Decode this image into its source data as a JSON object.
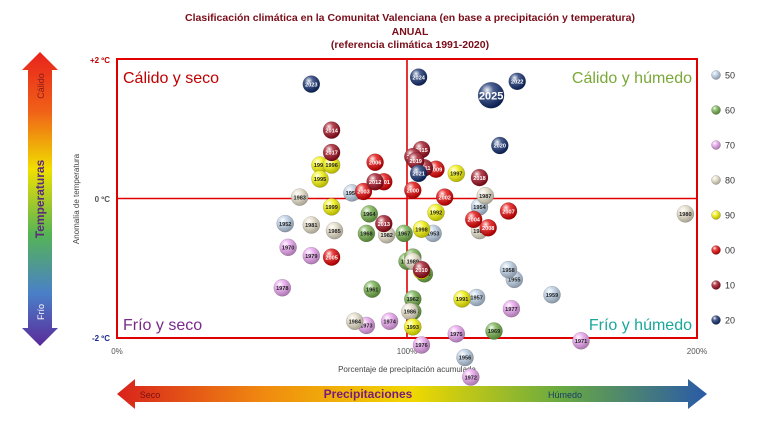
{
  "chart_data": {
    "type": "scatter",
    "title": "Clasificación climática en la Comunitat Valenciana (en base a precipitación y temperatura)",
    "subtitle_1": "ANUAL",
    "subtitle_2": "(referencia climática 1991-2020)",
    "xlabel": "Porcentaje de precipitación acumulada",
    "ylabel": "Anomalía de temperatura",
    "xlim": [
      0,
      200
    ],
    "ylim": [
      -2,
      2
    ],
    "x_ticks": [
      "0%",
      "100%",
      "200%"
    ],
    "y_ticks": [
      "+2 ºC",
      "0 ºC",
      "-2 ºC"
    ],
    "quadrants": {
      "top_left": "Cálido y seco",
      "top_right": "Cálido y húmedo",
      "bottom_left": "Frío y seco",
      "bottom_right": "Frío y húmedo"
    },
    "temp_arrow": {
      "label": "Temperaturas",
      "top": "Cálido",
      "bottom": "Frío"
    },
    "precip_arrow": {
      "label": "Precipitaciones",
      "left": "Seco",
      "right": "Húmedo"
    },
    "legend": [
      {
        "label": "50",
        "color": "#b9cde3"
      },
      {
        "label": "60",
        "color": "#70ad47"
      },
      {
        "label": "70",
        "color": "#e8a0ee"
      },
      {
        "label": "80",
        "color": "#e4dcc6"
      },
      {
        "label": "90",
        "color": "#f2f200"
      },
      {
        "label": "00",
        "color": "#e00000"
      },
      {
        "label": "10",
        "color": "#9b0a1a"
      },
      {
        "label": "20",
        "color": "#0f2a6b"
      }
    ],
    "series": [
      {
        "name": "50",
        "color": "#b9cde3",
        "points": [
          {
            "year": "1950",
            "x": 81,
            "y": 0.08
          },
          {
            "year": "1952",
            "x": 58,
            "y": -0.36
          },
          {
            "year": "1953",
            "x": 109,
            "y": -0.5
          },
          {
            "year": "1954",
            "x": 125,
            "y": -0.12
          },
          {
            "year": "1955",
            "x": 137,
            "y": -1.16
          },
          {
            "year": "1956",
            "x": 120,
            "y": -2.28
          },
          {
            "year": "1957",
            "x": 124,
            "y": -1.42
          },
          {
            "year": "1958",
            "x": 135,
            "y": -1.02
          },
          {
            "year": "1959",
            "x": 150,
            "y": -1.38
          }
        ]
      },
      {
        "name": "60",
        "color": "#70ad47",
        "points": [
          {
            "year": "1960",
            "x": 100,
            "y": -0.9
          },
          {
            "year": "1961",
            "x": 88,
            "y": -1.3
          },
          {
            "year": "1962",
            "x": 102,
            "y": -1.44
          },
          {
            "year": "1963",
            "x": 106,
            "y": -1.08
          },
          {
            "year": "1964",
            "x": 87,
            "y": -0.22
          },
          {
            "year": "1965",
            "x": 102,
            "y": -1.62
          },
          {
            "year": "1966",
            "x": 102,
            "y": -0.84
          },
          {
            "year": "1967",
            "x": 99,
            "y": -0.5
          },
          {
            "year": "1968",
            "x": 86,
            "y": -0.5
          },
          {
            "year": "1969",
            "x": 130,
            "y": -1.9
          }
        ]
      },
      {
        "name": "70",
        "color": "#e8a0ee",
        "points": [
          {
            "year": "1970",
            "x": 59,
            "y": -0.7
          },
          {
            "year": "1971",
            "x": 160,
            "y": -2.04
          },
          {
            "year": "1972",
            "x": 122,
            "y": -2.56
          },
          {
            "year": "1973",
            "x": 86,
            "y": -1.82
          },
          {
            "year": "1974",
            "x": 94,
            "y": -1.76
          },
          {
            "year": "1975",
            "x": 117,
            "y": -1.94
          },
          {
            "year": "1976",
            "x": 105,
            "y": -2.1
          },
          {
            "year": "1977",
            "x": 136,
            "y": -1.58
          },
          {
            "year": "1978",
            "x": 57,
            "y": -1.28
          },
          {
            "year": "1979",
            "x": 67,
            "y": -0.82
          }
        ]
      },
      {
        "name": "80",
        "color": "#e4dcc6",
        "points": [
          {
            "year": "1980",
            "x": 196,
            "y": -0.22
          },
          {
            "year": "1981",
            "x": 67,
            "y": -0.38
          },
          {
            "year": "1982",
            "x": 93,
            "y": -0.52
          },
          {
            "year": "1983",
            "x": 63,
            "y": 0.02
          },
          {
            "year": "1984",
            "x": 82,
            "y": -1.76
          },
          {
            "year": "1985",
            "x": 75,
            "y": -0.46
          },
          {
            "year": "1986",
            "x": 101,
            "y": -1.62
          },
          {
            "year": "1987",
            "x": 127,
            "y": 0.04
          },
          {
            "year": "1988",
            "x": 125,
            "y": -0.46
          },
          {
            "year": "1989",
            "x": 102,
            "y": -0.9
          }
        ]
      },
      {
        "name": "90",
        "color": "#f2f200",
        "points": [
          {
            "year": "1990",
            "x": 105,
            "y": -1.04
          },
          {
            "year": "1991",
            "x": 119,
            "y": -1.44
          },
          {
            "year": "1992",
            "x": 110,
            "y": -0.2
          },
          {
            "year": "1993",
            "x": 102,
            "y": -1.84
          },
          {
            "year": "1994",
            "x": 70,
            "y": 0.48
          },
          {
            "year": "1995",
            "x": 70,
            "y": 0.28
          },
          {
            "year": "1996",
            "x": 74,
            "y": 0.48
          },
          {
            "year": "1997",
            "x": 117,
            "y": 0.36
          },
          {
            "year": "1998",
            "x": 105,
            "y": -0.44
          },
          {
            "year": "1999",
            "x": 74,
            "y": -0.12
          }
        ]
      },
      {
        "name": "00",
        "color": "#e00000",
        "points": [
          {
            "year": "2000",
            "x": 102,
            "y": 0.12
          },
          {
            "year": "2001",
            "x": 92,
            "y": 0.24
          },
          {
            "year": "2002",
            "x": 113,
            "y": 0.02
          },
          {
            "year": "2003",
            "x": 85,
            "y": 0.1
          },
          {
            "year": "2004",
            "x": 123,
            "y": -0.3
          },
          {
            "year": "2005",
            "x": 74,
            "y": -0.84
          },
          {
            "year": "2006",
            "x": 89,
            "y": 0.52
          },
          {
            "year": "2007",
            "x": 135,
            "y": -0.18
          },
          {
            "year": "2008",
            "x": 128,
            "y": -0.42
          },
          {
            "year": "2009",
            "x": 110,
            "y": 0.42
          }
        ]
      },
      {
        "name": "10",
        "color": "#9b0a1a",
        "points": [
          {
            "year": "2010",
            "x": 105,
            "y": -1.02
          },
          {
            "year": "2011",
            "x": 106,
            "y": 0.44
          },
          {
            "year": "2012",
            "x": 89,
            "y": 0.24
          },
          {
            "year": "2013",
            "x": 92,
            "y": -0.36
          },
          {
            "year": "2014",
            "x": 74,
            "y": 0.98
          },
          {
            "year": "2015",
            "x": 105,
            "y": 0.7
          },
          {
            "year": "2016",
            "x": 102,
            "y": 0.6
          },
          {
            "year": "2017",
            "x": 74,
            "y": 0.66
          },
          {
            "year": "2018",
            "x": 125,
            "y": 0.3
          },
          {
            "year": "2019",
            "x": 103,
            "y": 0.54
          }
        ]
      },
      {
        "name": "20",
        "color": "#0f2a6b",
        "points": [
          {
            "year": "2020",
            "x": 132,
            "y": 0.76
          },
          {
            "year": "2021",
            "x": 104,
            "y": 0.36
          },
          {
            "year": "2022",
            "x": 138,
            "y": 1.68
          },
          {
            "year": "2023",
            "x": 67,
            "y": 1.64
          },
          {
            "year": "2024",
            "x": 104,
            "y": 1.74
          },
          {
            "year": "2025",
            "x": 129,
            "y": 1.48,
            "highlight": true
          }
        ]
      }
    ]
  }
}
